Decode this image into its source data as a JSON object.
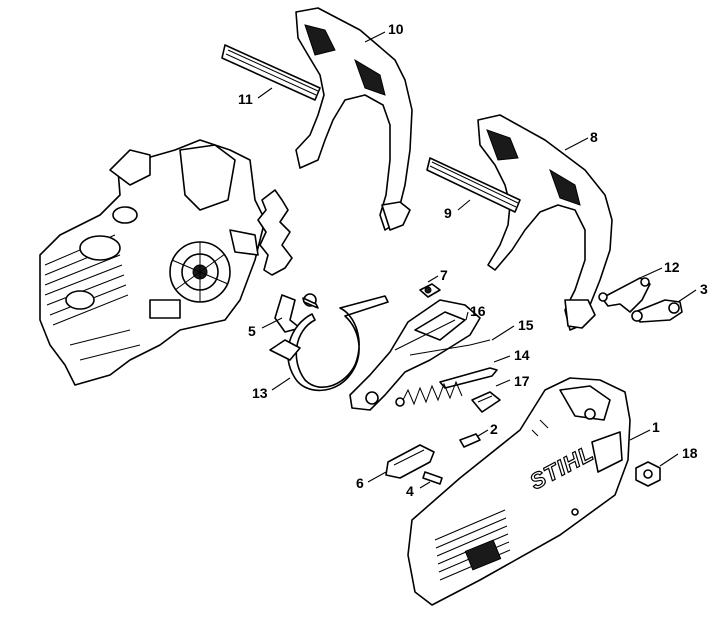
{
  "callouts": {
    "c1": "1",
    "c2": "2",
    "c3": "3",
    "c4": "4",
    "c5": "5",
    "c6": "6",
    "c7": "7",
    "c8": "8",
    "c9": "9",
    "c10": "10",
    "c11": "11",
    "c12": "12",
    "c13": "13",
    "c14": "14",
    "c15": "15",
    "c16": "16",
    "c17": "17",
    "c18": "18"
  },
  "brand_text": "STIHL"
}
